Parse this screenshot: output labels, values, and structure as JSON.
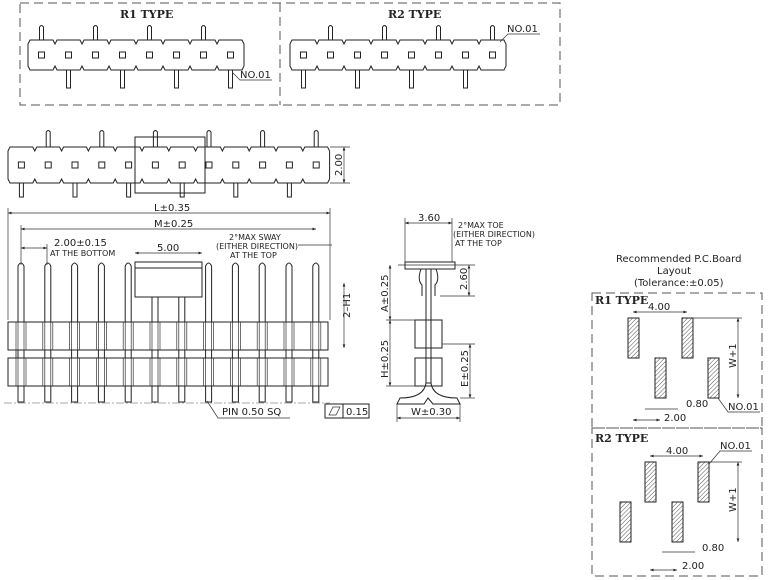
{
  "top_views": {
    "r1_label": "R1 TYPE",
    "r2_label": "R2 TYPE",
    "r1_pin1": "NO.01",
    "r2_pin1": "NO.01"
  },
  "top_full_view": {
    "height_dim": "2.00"
  },
  "front_view": {
    "length_dim": "L±0.35",
    "pitch_span_dim": "M±0.25",
    "pitch_dim": "2.00±0.15",
    "pitch_note": "AT THE BOTTOM",
    "cap_width_dim": "5.00",
    "sway_note_1": "2°MAX  SWAY",
    "sway_note_2": "(EITHER DIRECTION)",
    "sway_note_3": "AT THE TOP",
    "height_dim": "2–H1",
    "pin_note": "PIN  0.50  SQ",
    "flatness_value": "0.15"
  },
  "side_view": {
    "width_dim": "3.60",
    "toe_note_1": "2°MAX  TOE",
    "toe_note_2": "(EITHER DIRECTION)",
    "toe_note_3": "AT THE TOP",
    "cap_height_dim": "2.60",
    "a_dim": "A±0.25",
    "h_dim": "H±0.25",
    "e_dim": "E±0.25",
    "w_dim": "W±0.30"
  },
  "pcb_layout": {
    "title_1": "Recommended  P.C.Board",
    "title_2": "Layout",
    "title_3": "(Tolerance:±0.05)",
    "r1": {
      "label": "R1 TYPE",
      "pitch": "4.00",
      "span": "W+1",
      "pad_width": "0.80",
      "offset": "2.00",
      "pin1": "NO.01"
    },
    "r2": {
      "label": "R2 TYPE",
      "pitch": "4.00",
      "span": "W+1",
      "pad_width": "0.80",
      "offset": "2.00",
      "pin1": "NO.01"
    }
  }
}
